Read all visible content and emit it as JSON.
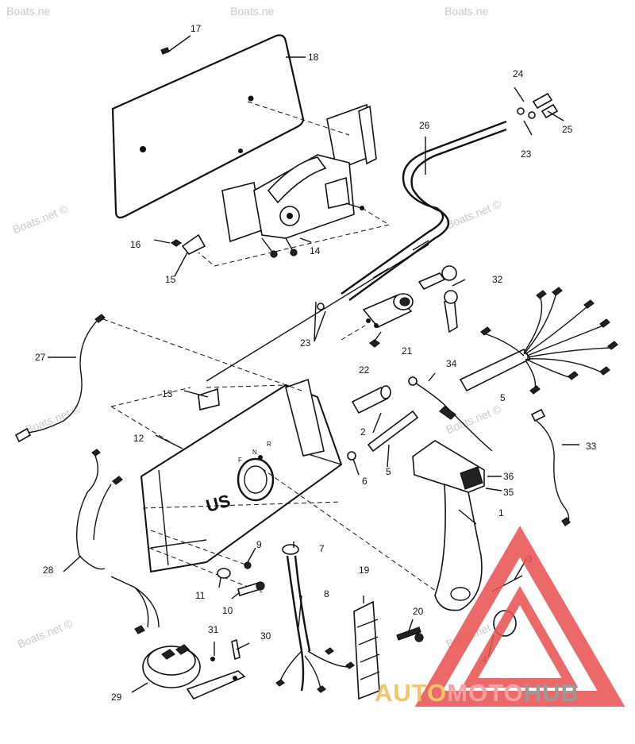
{
  "watermark": "Boats.net ©",
  "watermark_short": "Boats.ne",
  "logo": {
    "part1": "AUTO",
    "part2": "MOTO",
    "part3": "HUB"
  },
  "colors": {
    "ink": "#111111",
    "logo_red": "#e85050",
    "logo_yellow": "#f4c46a",
    "logo_grey": "#9a9a9a",
    "watermark": "#c9c9c9"
  },
  "callouts": {
    "c1": "1",
    "c2": "2",
    "c3": "3",
    "c4": "4",
    "c5a": "5",
    "c5b": "5",
    "c6": "6",
    "c7": "7",
    "c8": "8",
    "c9": "9",
    "c10": "10",
    "c11": "11",
    "c12": "12",
    "c13": "13",
    "c14": "14",
    "c15": "15",
    "c16": "16",
    "c17": "17",
    "c18": "18",
    "c19": "19",
    "c20": "20",
    "c21": "21",
    "c22": "22",
    "c23a": "23",
    "c23b": "23",
    "c24": "24",
    "c25": "25",
    "c26": "26",
    "c27": "27",
    "c28": "28",
    "c29": "29",
    "c30": "30",
    "c31": "31",
    "c32": "32",
    "c33": "33",
    "c34": "34",
    "c35": "35",
    "c36": "36"
  },
  "control_box_labels": {
    "brand": "US",
    "f": "F",
    "n": "N",
    "r": "R"
  }
}
